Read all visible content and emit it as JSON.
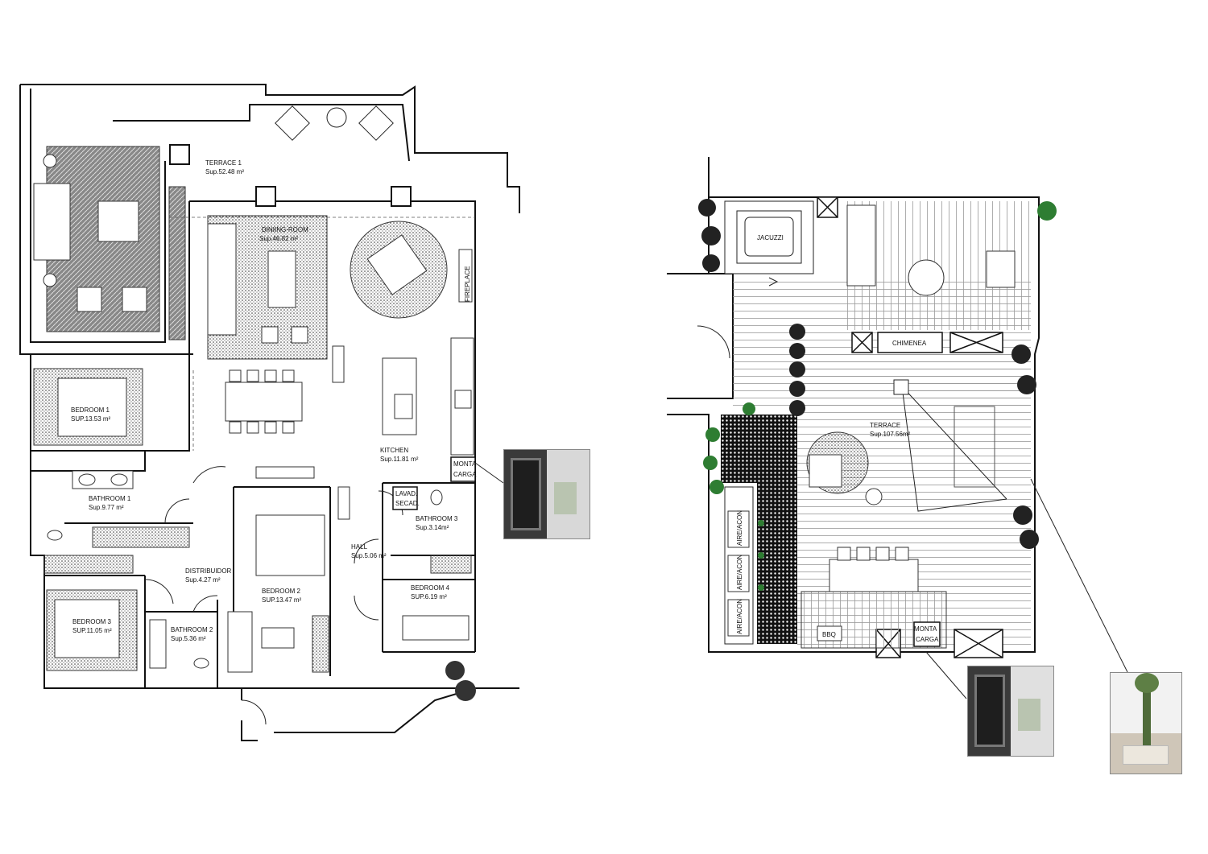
{
  "plan_left": {
    "rooms": [
      {
        "name": "TERRACE 1",
        "area": "Sup.52.48 m²"
      },
      {
        "name": "DINIING-ROOM",
        "area": "Sup.46.82 m²"
      },
      {
        "name": "BEDROOM 1",
        "area": "SUP.13.53 m²"
      },
      {
        "name": "BATHROOM 1",
        "area": "Sup.9.77 m²"
      },
      {
        "name": "KITCHEN",
        "area": "Sup.11.81 m²"
      },
      {
        "name": "BATHROOM 3",
        "area": "Sup.3.14m²"
      },
      {
        "name": "HALL",
        "area": "Sup.5.06 m²"
      },
      {
        "name": "DISTRIBUIDOR",
        "area": "Sup.4.27 m²"
      },
      {
        "name": "BEDROOM 2",
        "area": "SUP.13.47 m²"
      },
      {
        "name": "BEDROOM 4",
        "area": "SUP.6.19 m²"
      },
      {
        "name": "BEDROOM 3",
        "area": "SUP.11.05 m²"
      },
      {
        "name": "BATHROOM 2",
        "area": "Sup.5.36 m²"
      }
    ],
    "labels": {
      "fireplace": "FIREPLACE",
      "monta": "MONTA",
      "carga": "CARGA",
      "lavad": "LAVAD.",
      "secad": "SECAD."
    }
  },
  "plan_right": {
    "terrace": {
      "name": "TERRACE",
      "area": "Sup.107.56m²"
    },
    "labels": {
      "jacuzzi": "JACUZZI",
      "chimenea": "CHIMENEA",
      "bbq": "BBQ",
      "monta": "MONTA",
      "carga": "CARGA",
      "aire": [
        "AIRE/ACON",
        "AIRE/ACON",
        "AIRE/ACON"
      ]
    }
  },
  "colors": {
    "line": "#111111",
    "hatch": "#222222",
    "plant": "#2e7d32"
  }
}
